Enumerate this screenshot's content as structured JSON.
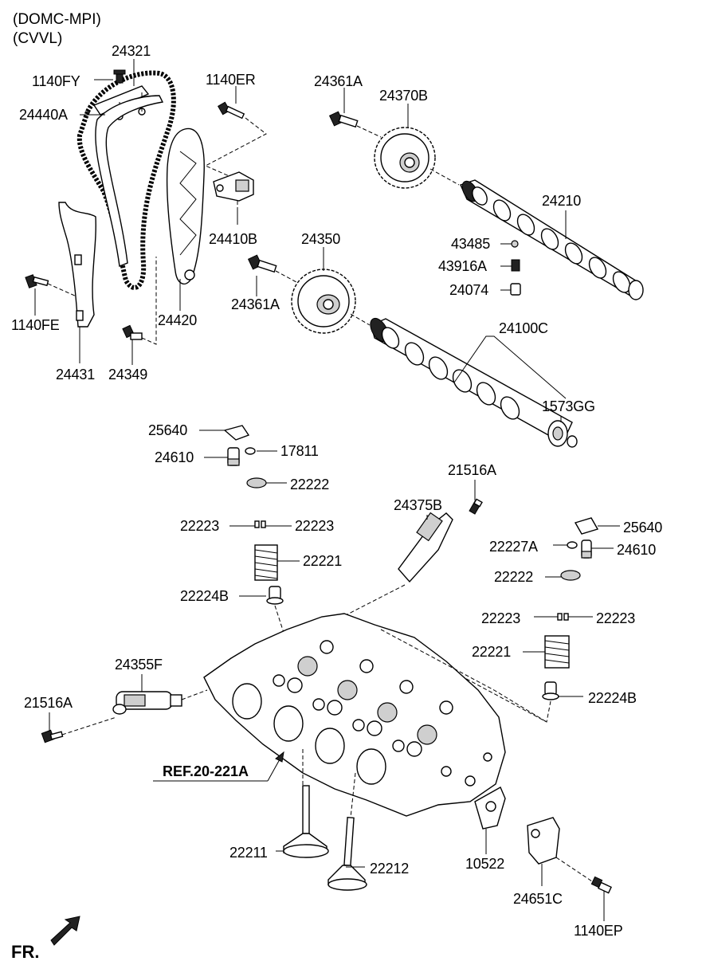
{
  "header": {
    "line1": "(DOMC-MPI)",
    "line2": "(CVVL)"
  },
  "labels": {
    "p24321": "24321",
    "p1140FY": "1140FY",
    "p24440A": "24440A",
    "p1140ER": "1140ER",
    "p24361A_top": "24361A",
    "p24370B": "24370B",
    "p24210": "24210",
    "p24410B": "24410B",
    "p24350": "24350",
    "p43485": "43485",
    "p43916A": "43916A",
    "p24074": "24074",
    "p1140FE": "1140FE",
    "p24361A_mid": "24361A",
    "p24420": "24420",
    "p24100C": "24100C",
    "p24431": "24431",
    "p24349": "24349",
    "p1573GG": "1573GG",
    "p25640_left": "25640",
    "p24610_left": "24610",
    "p17811": "17811",
    "p22222_left": "22222",
    "p21516A_top": "21516A",
    "p24375B": "24375B",
    "p22223_l1": "22223",
    "p22223_l2": "22223",
    "p25640_right": "25640",
    "p22227A": "22227A",
    "p24610_right": "24610",
    "p22221_left": "22221",
    "p22222_right": "22222",
    "p22224B_left": "22224B",
    "p22223_r1": "22223",
    "p22223_r2": "22223",
    "p22221_right": "22221",
    "p24355F": "24355F",
    "p22224B_right": "22224B",
    "p21516A_left": "21516A",
    "p22211": "22211",
    "p22212": "22212",
    "p10522": "10522",
    "p24651C": "24651C",
    "p1140EP": "1140EP"
  },
  "reference": {
    "text": "REF.20-221A"
  },
  "direction": {
    "text": "FR."
  }
}
